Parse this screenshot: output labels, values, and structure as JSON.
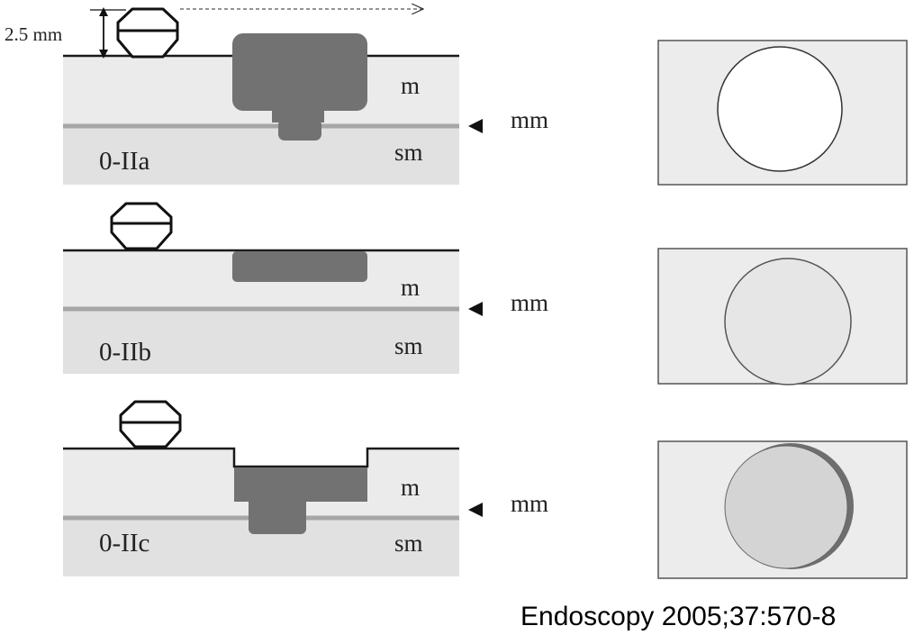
{
  "colors": {
    "mucosa": "#ebebeb",
    "submucosa": "#e1e1e1",
    "muscularis_line": "#a6a6a6",
    "lesion": "#727272",
    "surface_line": "#1a1a1a",
    "ring_white": "#ffffff",
    "ring_gray": "#d8d8d8",
    "ring_shadow": "#6e6e6e",
    "box_fill": "#ececec"
  },
  "icons": {
    "forceps": "biopsy-forceps-icon",
    "arrow": "arrowhead-left-icon"
  },
  "measurement": {
    "label": "2.5 mm"
  },
  "panels": [
    {
      "type_label": "0-IIa",
      "mucosa_label": "m",
      "submucosa_label": "sm",
      "mm_label": "mm"
    },
    {
      "type_label": "0-IIb",
      "mucosa_label": "m",
      "submucosa_label": "sm",
      "mm_label": "mm"
    },
    {
      "type_label": "0-IIc",
      "mucosa_label": "m",
      "submucosa_label": "sm",
      "mm_label": "mm"
    }
  ],
  "citation": "Endoscopy 2005;37:570-8"
}
